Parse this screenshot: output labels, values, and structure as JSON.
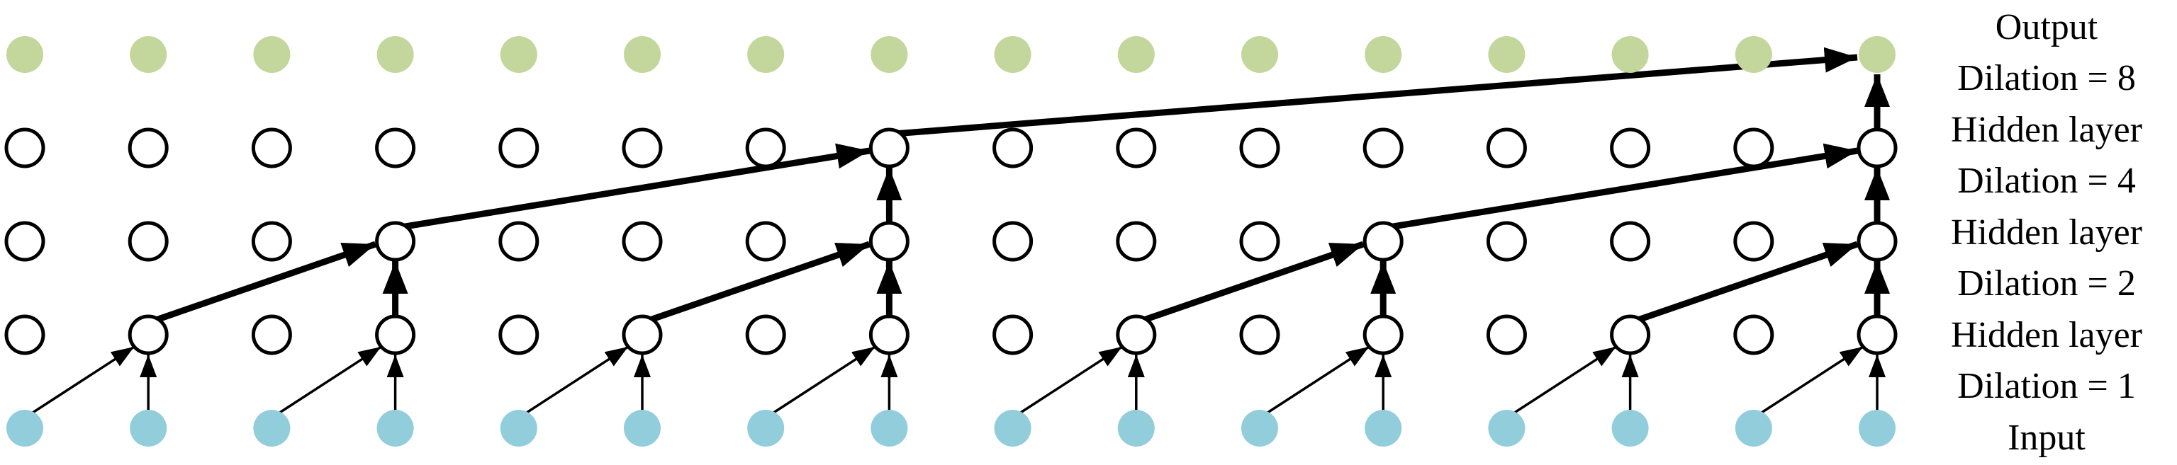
{
  "labels": {
    "lines": [
      "Output",
      "Dilation = 8",
      "Hidden layer",
      "Dilation = 4",
      "Hidden layer",
      "Dilation = 2",
      "Hidden layer",
      "Dilation = 1",
      "Input"
    ]
  },
  "colors": {
    "output_node": "#C3D69B",
    "input_node": "#92CDDC",
    "hidden_node_fill": "#FFFFFF",
    "line_and_text": "#000000",
    "background": "#FFFFFF"
  },
  "diagram": {
    "type": "dilated-causal-convolution-network",
    "columns": 16,
    "layers": [
      {
        "name": "output",
        "fill": "#C3D69B",
        "outlined": false
      },
      {
        "name": "hidden-dilation4",
        "fill": "#FFFFFF",
        "outlined": true
      },
      {
        "name": "hidden-dilation2",
        "fill": "#FFFFFF",
        "outlined": true
      },
      {
        "name": "hidden-dilation1",
        "fill": "#FFFFFF",
        "outlined": true
      },
      {
        "name": "input",
        "fill": "#92CDDC",
        "outlined": false
      }
    ],
    "edges": [
      {
        "f": [
          4,
          0
        ],
        "t": [
          3,
          1
        ],
        "w": "thin",
        "s": "diag"
      },
      {
        "f": [
          4,
          1
        ],
        "t": [
          3,
          1
        ],
        "w": "thin",
        "s": "vert"
      },
      {
        "f": [
          4,
          2
        ],
        "t": [
          3,
          3
        ],
        "w": "thin",
        "s": "diag"
      },
      {
        "f": [
          4,
          3
        ],
        "t": [
          3,
          3
        ],
        "w": "thin",
        "s": "vert"
      },
      {
        "f": [
          4,
          4
        ],
        "t": [
          3,
          5
        ],
        "w": "thin",
        "s": "diag"
      },
      {
        "f": [
          4,
          5
        ],
        "t": [
          3,
          5
        ],
        "w": "thin",
        "s": "vert"
      },
      {
        "f": [
          4,
          6
        ],
        "t": [
          3,
          7
        ],
        "w": "thin",
        "s": "diag"
      },
      {
        "f": [
          4,
          7
        ],
        "t": [
          3,
          7
        ],
        "w": "thin",
        "s": "vert"
      },
      {
        "f": [
          4,
          8
        ],
        "t": [
          3,
          9
        ],
        "w": "thin",
        "s": "diag"
      },
      {
        "f": [
          4,
          9
        ],
        "t": [
          3,
          9
        ],
        "w": "thin",
        "s": "vert"
      },
      {
        "f": [
          4,
          10
        ],
        "t": [
          3,
          11
        ],
        "w": "thin",
        "s": "diag"
      },
      {
        "f": [
          4,
          11
        ],
        "t": [
          3,
          11
        ],
        "w": "thin",
        "s": "vert"
      },
      {
        "f": [
          4,
          12
        ],
        "t": [
          3,
          13
        ],
        "w": "thin",
        "s": "diag"
      },
      {
        "f": [
          4,
          13
        ],
        "t": [
          3,
          13
        ],
        "w": "thin",
        "s": "vert"
      },
      {
        "f": [
          4,
          14
        ],
        "t": [
          3,
          15
        ],
        "w": "thin",
        "s": "diag"
      },
      {
        "f": [
          4,
          15
        ],
        "t": [
          3,
          15
        ],
        "w": "thin",
        "s": "vert"
      },
      {
        "f": [
          3,
          1
        ],
        "t": [
          2,
          3
        ],
        "w": "thick",
        "s": "diag"
      },
      {
        "f": [
          3,
          3
        ],
        "t": [
          2,
          3
        ],
        "w": "thick",
        "s": "vert"
      },
      {
        "f": [
          3,
          5
        ],
        "t": [
          2,
          7
        ],
        "w": "thick",
        "s": "diag"
      },
      {
        "f": [
          3,
          7
        ],
        "t": [
          2,
          7
        ],
        "w": "thick",
        "s": "vert"
      },
      {
        "f": [
          3,
          9
        ],
        "t": [
          2,
          11
        ],
        "w": "thick",
        "s": "diag"
      },
      {
        "f": [
          3,
          11
        ],
        "t": [
          2,
          11
        ],
        "w": "thick",
        "s": "vert"
      },
      {
        "f": [
          3,
          13
        ],
        "t": [
          2,
          15
        ],
        "w": "thick",
        "s": "diag"
      },
      {
        "f": [
          3,
          15
        ],
        "t": [
          2,
          15
        ],
        "w": "thick",
        "s": "vert"
      },
      {
        "f": [
          2,
          3
        ],
        "t": [
          1,
          7
        ],
        "w": "thick",
        "s": "diag"
      },
      {
        "f": [
          2,
          7
        ],
        "t": [
          1,
          7
        ],
        "w": "thick",
        "s": "vert"
      },
      {
        "f": [
          2,
          11
        ],
        "t": [
          1,
          15
        ],
        "w": "thick",
        "s": "diag"
      },
      {
        "f": [
          2,
          15
        ],
        "t": [
          1,
          15
        ],
        "w": "thick",
        "s": "vert"
      },
      {
        "f": [
          1,
          7
        ],
        "t": [
          0,
          15
        ],
        "w": "thick",
        "s": "diag"
      },
      {
        "f": [
          1,
          15
        ],
        "t": [
          0,
          15
        ],
        "w": "thick",
        "s": "vert"
      }
    ]
  }
}
